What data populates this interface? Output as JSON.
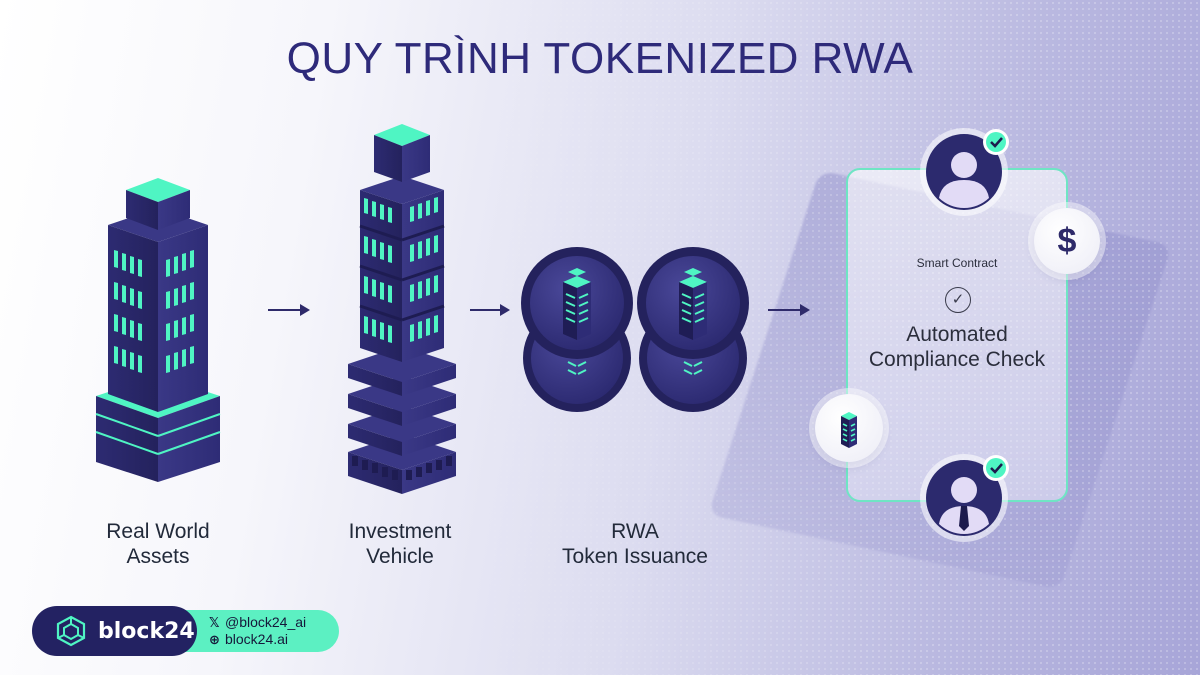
{
  "title": "QUY TRÌNH TOKENIZED RWA",
  "steps": [
    {
      "label_line1": "Real World",
      "label_line2": "Assets",
      "icon": "skyscraper-icon"
    },
    {
      "label_line1": "Investment",
      "label_line2": "Vehicle",
      "icon": "stacked-tower-icon"
    },
    {
      "label_line1": "RWA",
      "label_line2": "Token Issuance",
      "icon": "token-coins-icon"
    }
  ],
  "compliance": {
    "smart_contract_label": "Smart Contract",
    "title_line1": "Automated",
    "title_line2": "Compliance Check",
    "dollar_symbol": "$",
    "check_symbol": "✓"
  },
  "brand": {
    "name": "block24",
    "social_x": "@block24_ai",
    "website": "block24.ai",
    "x_symbol": "𝕏",
    "globe_symbol": "⊕"
  },
  "colors": {
    "accent": "#4ff5c3",
    "navy": "#2e2a7a",
    "building": "#2c2a6e"
  }
}
